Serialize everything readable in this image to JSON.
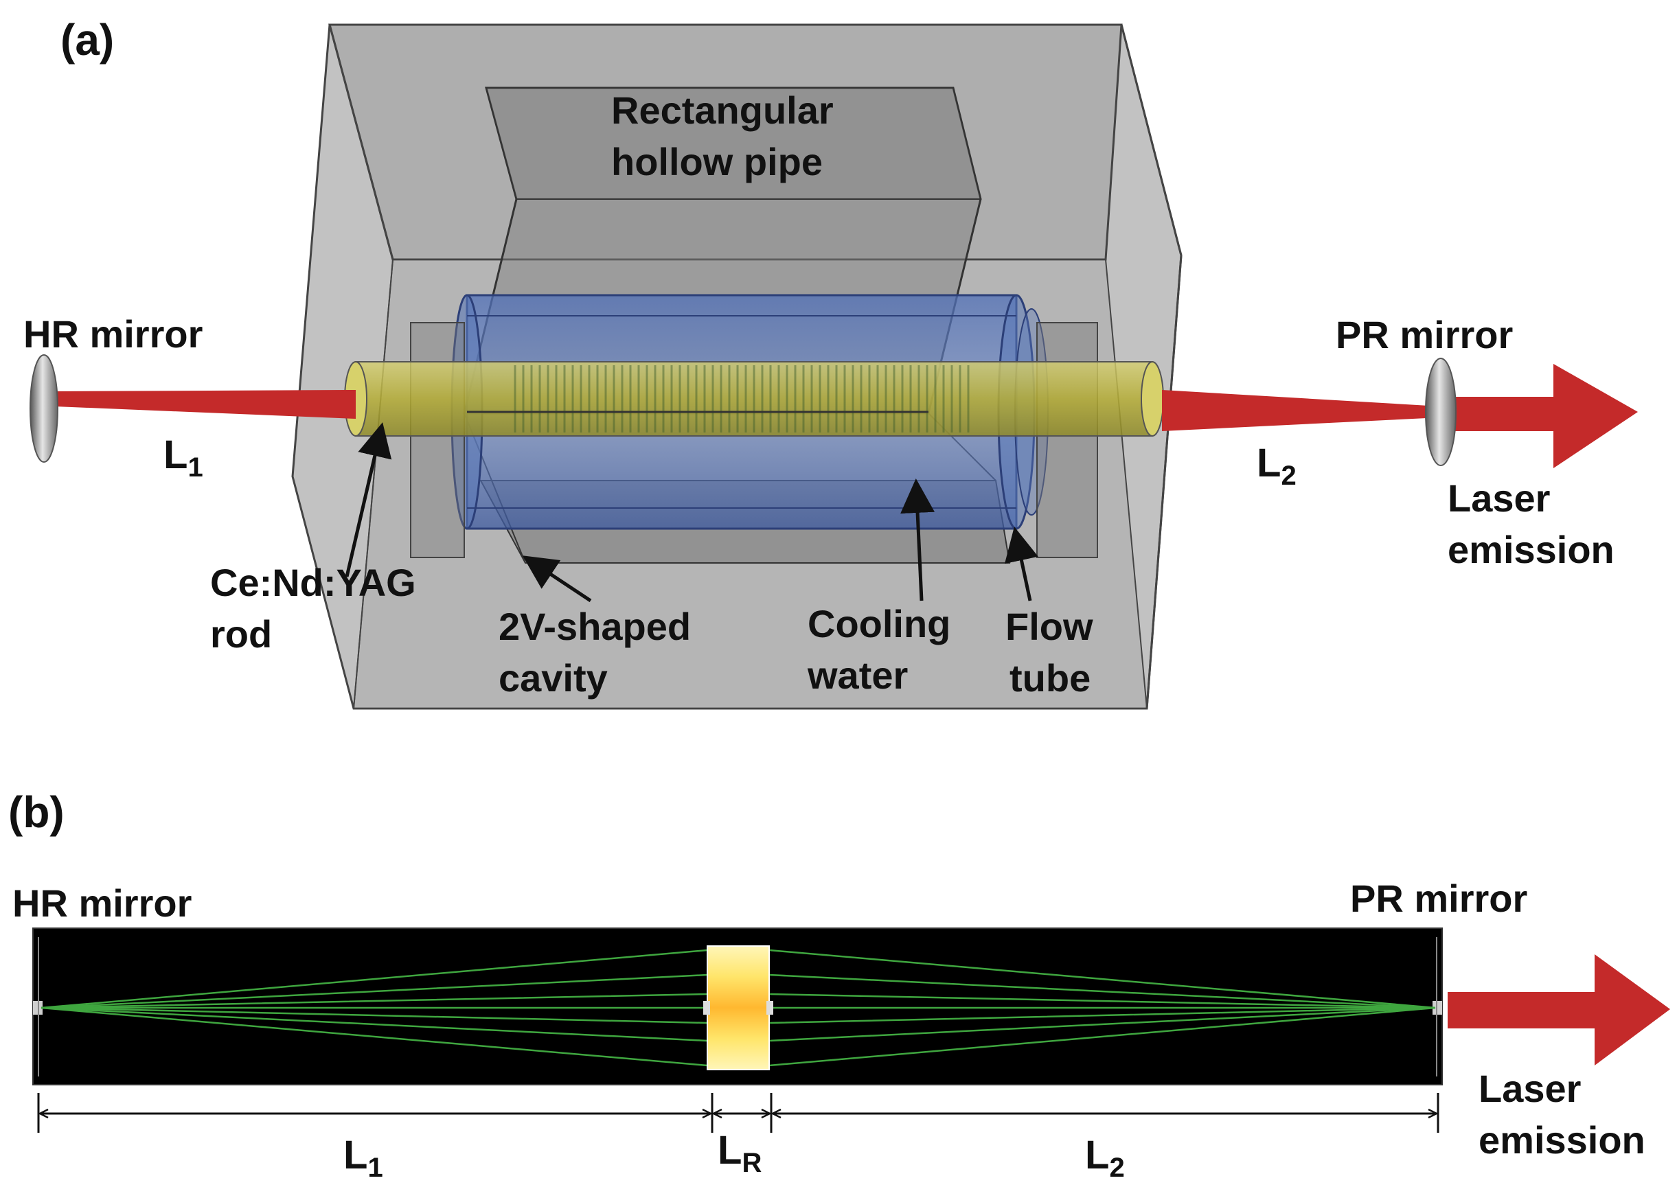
{
  "panel_a": {
    "label": "(a)",
    "hr_mirror": "HR mirror",
    "pr_mirror": "PR mirror",
    "l1": "L",
    "l1_sub": "1",
    "l2": "L",
    "l2_sub": "2",
    "pipe_line1": "Rectangular",
    "pipe_line2": "hollow pipe",
    "rod_line1": "Ce:Nd:YAG",
    "rod_line2": "rod",
    "cavity_line1": "2V-shaped",
    "cavity_line2": "cavity",
    "water_line1": "Cooling",
    "water_line2": "water",
    "flow_line1": "Flow",
    "flow_line2": "tube",
    "emission_line1": "Laser",
    "emission_line2": "emission"
  },
  "panel_b": {
    "label": "(b)",
    "hr_mirror": "HR mirror",
    "pr_mirror": "PR mirror",
    "l1": "L",
    "l1_sub": "1",
    "lr": "L",
    "lr_sub": "R",
    "l2": "L",
    "l2_sub": "2",
    "emission_line1": "Laser",
    "emission_line2": "emission"
  },
  "colors": {
    "beam": "#c42a2a",
    "rod": "#c8c24a",
    "flow_tube": "#5a78b8",
    "ray": "#3fa63f",
    "housing": "#8c8c8c"
  }
}
